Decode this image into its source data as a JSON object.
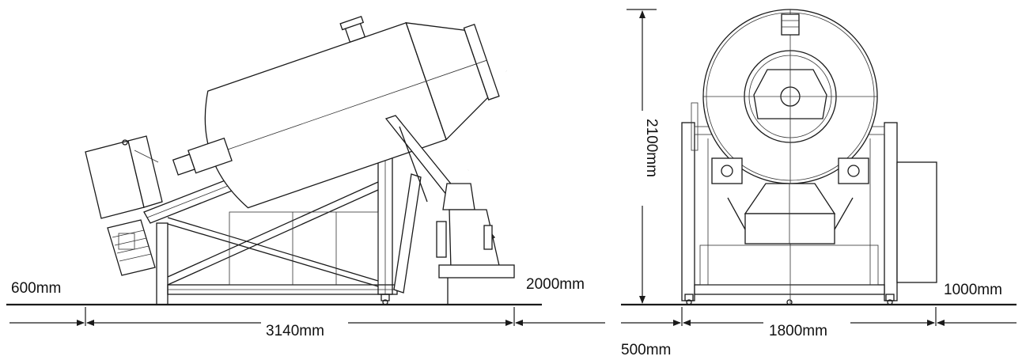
{
  "side_view": {
    "dim_left_clearance": "600mm",
    "dim_length": "3140mm",
    "dim_right_clearance": "2000mm"
  },
  "front_view": {
    "dim_height": "2100mm",
    "dim_left_clearance": "500mm",
    "dim_width": "1800mm",
    "dim_right_clearance": "1000mm"
  }
}
